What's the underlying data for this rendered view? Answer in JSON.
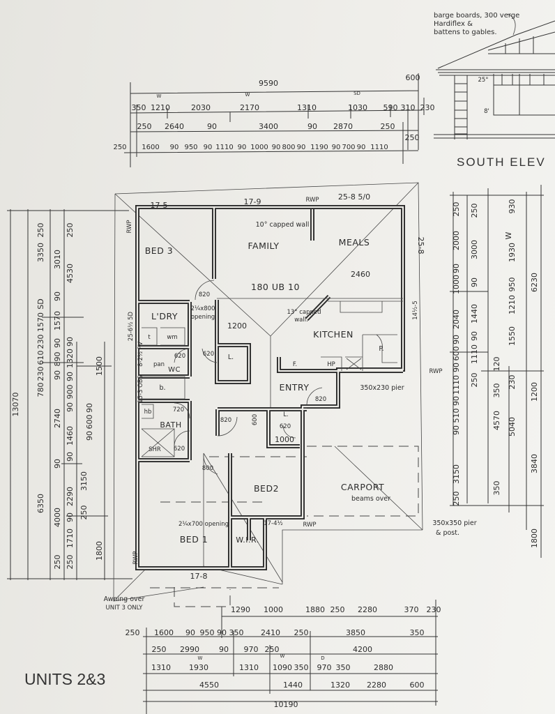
{
  "title": "UNITS 2&3",
  "elevation": {
    "title": "SOUTH ELEV",
    "note_lines": [
      "barge boards, 300 verge",
      "Hardiflex &",
      "battens to gables."
    ],
    "pitch": "25°",
    "height": "8'"
  },
  "dims": {
    "top_r0": [
      "9590",
      "600"
    ],
    "top_r1": [
      "350",
      "1210",
      "2030",
      "2170",
      "1310",
      "1030",
      "590",
      "310",
      "230"
    ],
    "top_marks": [
      "W",
      "W",
      "SD"
    ],
    "top_r2": [
      "250",
      "2640",
      "90",
      "3400",
      "90",
      "2870",
      "250",
      "250"
    ],
    "top_r3": [
      "250",
      "1600",
      "90",
      "950",
      "90",
      "1110",
      "90",
      "1000",
      "90",
      "800",
      "90",
      "1190",
      "90",
      "700",
      "90",
      "1110"
    ],
    "bot_r0": [
      "1290",
      "1000",
      "1880",
      "250",
      "2280",
      "370",
      "230"
    ],
    "bot_r1": [
      "250",
      "1600",
      "90",
      "950",
      "90",
      "350",
      "2410",
      "250",
      "3850",
      "350"
    ],
    "bot_r2": [
      "250",
      "2990",
      "90",
      "970",
      "250",
      "4200"
    ],
    "bot_r3": [
      "1310",
      "1930",
      "1310",
      "1090",
      "350",
      "970",
      "350",
      "2880"
    ],
    "bot_marks": [
      "W",
      "W",
      "D"
    ],
    "bot_r4": [
      "4550",
      "1440",
      "1320",
      "2280",
      "600"
    ],
    "bot_r5": [
      "10190"
    ],
    "left_a": [
      "13070"
    ],
    "left_b": [
      "250",
      "3350",
      "SD",
      "1570",
      "230",
      "610",
      "230",
      "780",
      "6350"
    ],
    "left_c": [
      "3010",
      "90",
      "1570",
      "90",
      "890",
      "90",
      "2740",
      "90",
      "4000",
      "250"
    ],
    "left_d": [
      "250",
      "4530",
      "90",
      "1320",
      "90",
      "900",
      "90",
      "1460",
      "90",
      "2290",
      "90",
      "1710",
      "250"
    ],
    "left_e": [
      "1500",
      "90",
      "600",
      "90",
      "3150",
      "250",
      "1800"
    ],
    "right_a": [
      "250",
      "2000",
      "90",
      "1000",
      "2040",
      "90",
      "600",
      "90",
      "1110",
      "90",
      "510",
      "90",
      "3150",
      "250"
    ],
    "right_b": [
      "250",
      "3000",
      "90",
      "1440",
      "90",
      "1110",
      "250"
    ],
    "right_c": [
      "120",
      "350",
      "4570",
      "350"
    ],
    "right_d": [
      "930",
      "W",
      "1930",
      "950",
      "1210",
      "1550",
      "230",
      "5040"
    ],
    "right_e": [
      "6230",
      "1200",
      "3840",
      "1800"
    ]
  },
  "rooms": {
    "bed3": "BED 3",
    "family": "FAMILY",
    "meals": "MEALS",
    "ldry": "L'DRY",
    "kitchen": "KITCHEN",
    "entry": "ENTRY",
    "bath": "BATH",
    "wc": "WC",
    "bed2": "BED2",
    "bed1": "BED 1",
    "wir": "W.I.R.",
    "carport": "CARPORT"
  },
  "notes": {
    "wall_17_5": "17-5",
    "wall_17_9": "17-9",
    "rwp_top": "RWP",
    "wall_25_8_50": "25-8 5/0",
    "rwp_left_top": "RWP",
    "wall_25_8": "25-8",
    "wall_14_5": "14½-5",
    "wall_25_6": "25-6½ 5D",
    "wall_8_2": "8-2½ PV",
    "wall_15_3": "15-3 OBS",
    "capped_wall_10": "10° capped wall",
    "dim_2460": "2460",
    "beam": "180 UB 10",
    "door_820_bed3": "820",
    "opening_800_a": "2¼x800",
    "opening_800_b": "opening",
    "dim_1200": "1200",
    "capped_wall_13_a": "13° capped",
    "capped_wall_13_b": "wall.",
    "pantry": "P.",
    "linen_1": "L.",
    "door_620_linen": "620",
    "door_620_wc": "620",
    "fridge": "F.",
    "hotplate": "HP",
    "trough": "t",
    "washer": "wm",
    "pan": "pan",
    "bath_tub": "b.",
    "door_720": "720",
    "door_820_hall": "820",
    "door_820_entry": "820",
    "pier_350x230": "350x230 pier",
    "rwp_right": "RWP",
    "linen_2": "L.",
    "door_620_l2": "620",
    "dim_1000": "1000",
    "shower": "SHR",
    "door_620_shr": "620",
    "vanity": "hb",
    "dim_600": "600",
    "door_800": "800",
    "beams_over": "beams over",
    "opening_700": "2¼x700 opening",
    "wall_17_4": "17-4½",
    "rwp_bed2": "RWP",
    "pier_post_a": "350x350 pier",
    "pier_post_b": "& post.",
    "rwp_bed1": "RWP",
    "wall_17_8": "17-8",
    "awning_a": "Awning over",
    "awning_b": "UNIT 3 ONLY"
  }
}
